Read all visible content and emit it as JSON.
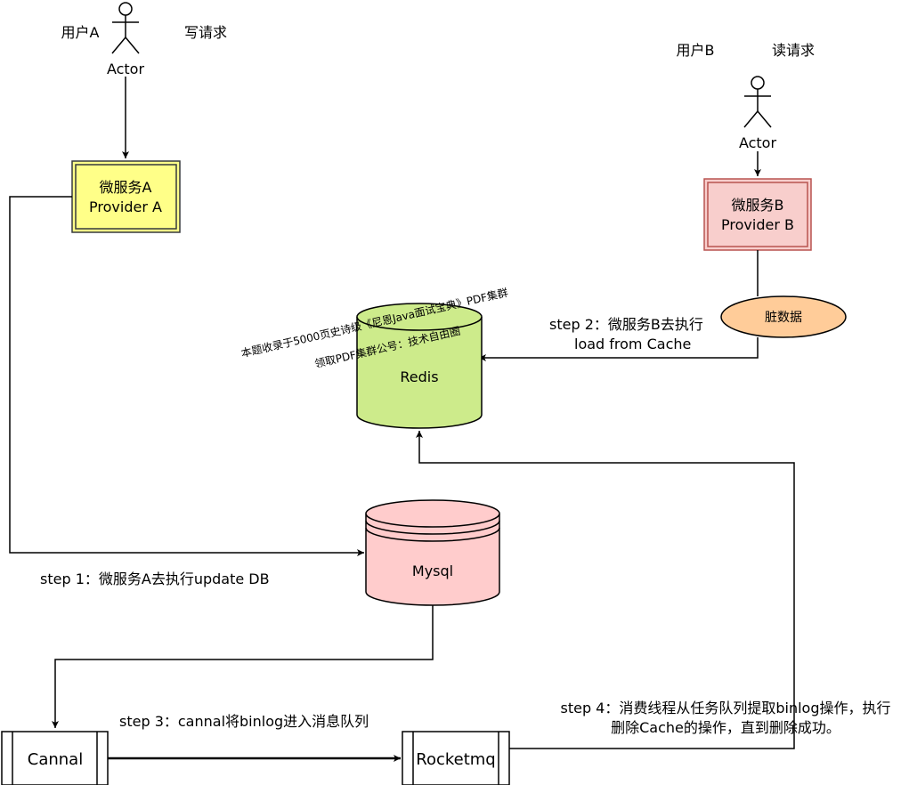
{
  "actors": {
    "a": {
      "name": "用户A",
      "label": "Actor",
      "request": "写请求"
    },
    "b": {
      "name": "用户B",
      "label": "Actor",
      "request": "读请求"
    }
  },
  "nodes": {
    "service_a": {
      "line1": "微服务A",
      "line2": "Provider  A"
    },
    "service_b": {
      "line1": "微服务B",
      "line2": "Provider  B"
    },
    "dirty": {
      "label": "脏数据"
    },
    "redis": {
      "label": "Redis"
    },
    "mysql": {
      "label": "Mysql"
    },
    "cannal": {
      "label": "Cannal"
    },
    "rocketmq": {
      "label": "Rocketmq"
    }
  },
  "steps": {
    "step1": "step 1：微服务A去执行update DB",
    "step2_line1": "step 2：微服务B去执行",
    "step2_line2": "load from Cache",
    "step3": "step 3：cannal将binlog进入消息队列",
    "step4_line1": "step 4：消费线程从任务队列提取binlog操作，执行",
    "step4_line2": "删除Cache的操作，直到删除成功。"
  },
  "watermark": {
    "line1": "本题收录于5000页史诗级《尼恩Java面试宝典》PDF集群",
    "line2": "领取PDF集群公号：技术自由圈"
  },
  "colors": {
    "service_a_fill": "#ffff88",
    "service_a_border": "#36393d",
    "service_b_fill": "#f8cecc",
    "service_b_border": "#b85450",
    "dirty_fill": "#ffcc99",
    "redis_fill": "#cdeb8b",
    "mysql_fill": "#ffcccc"
  }
}
